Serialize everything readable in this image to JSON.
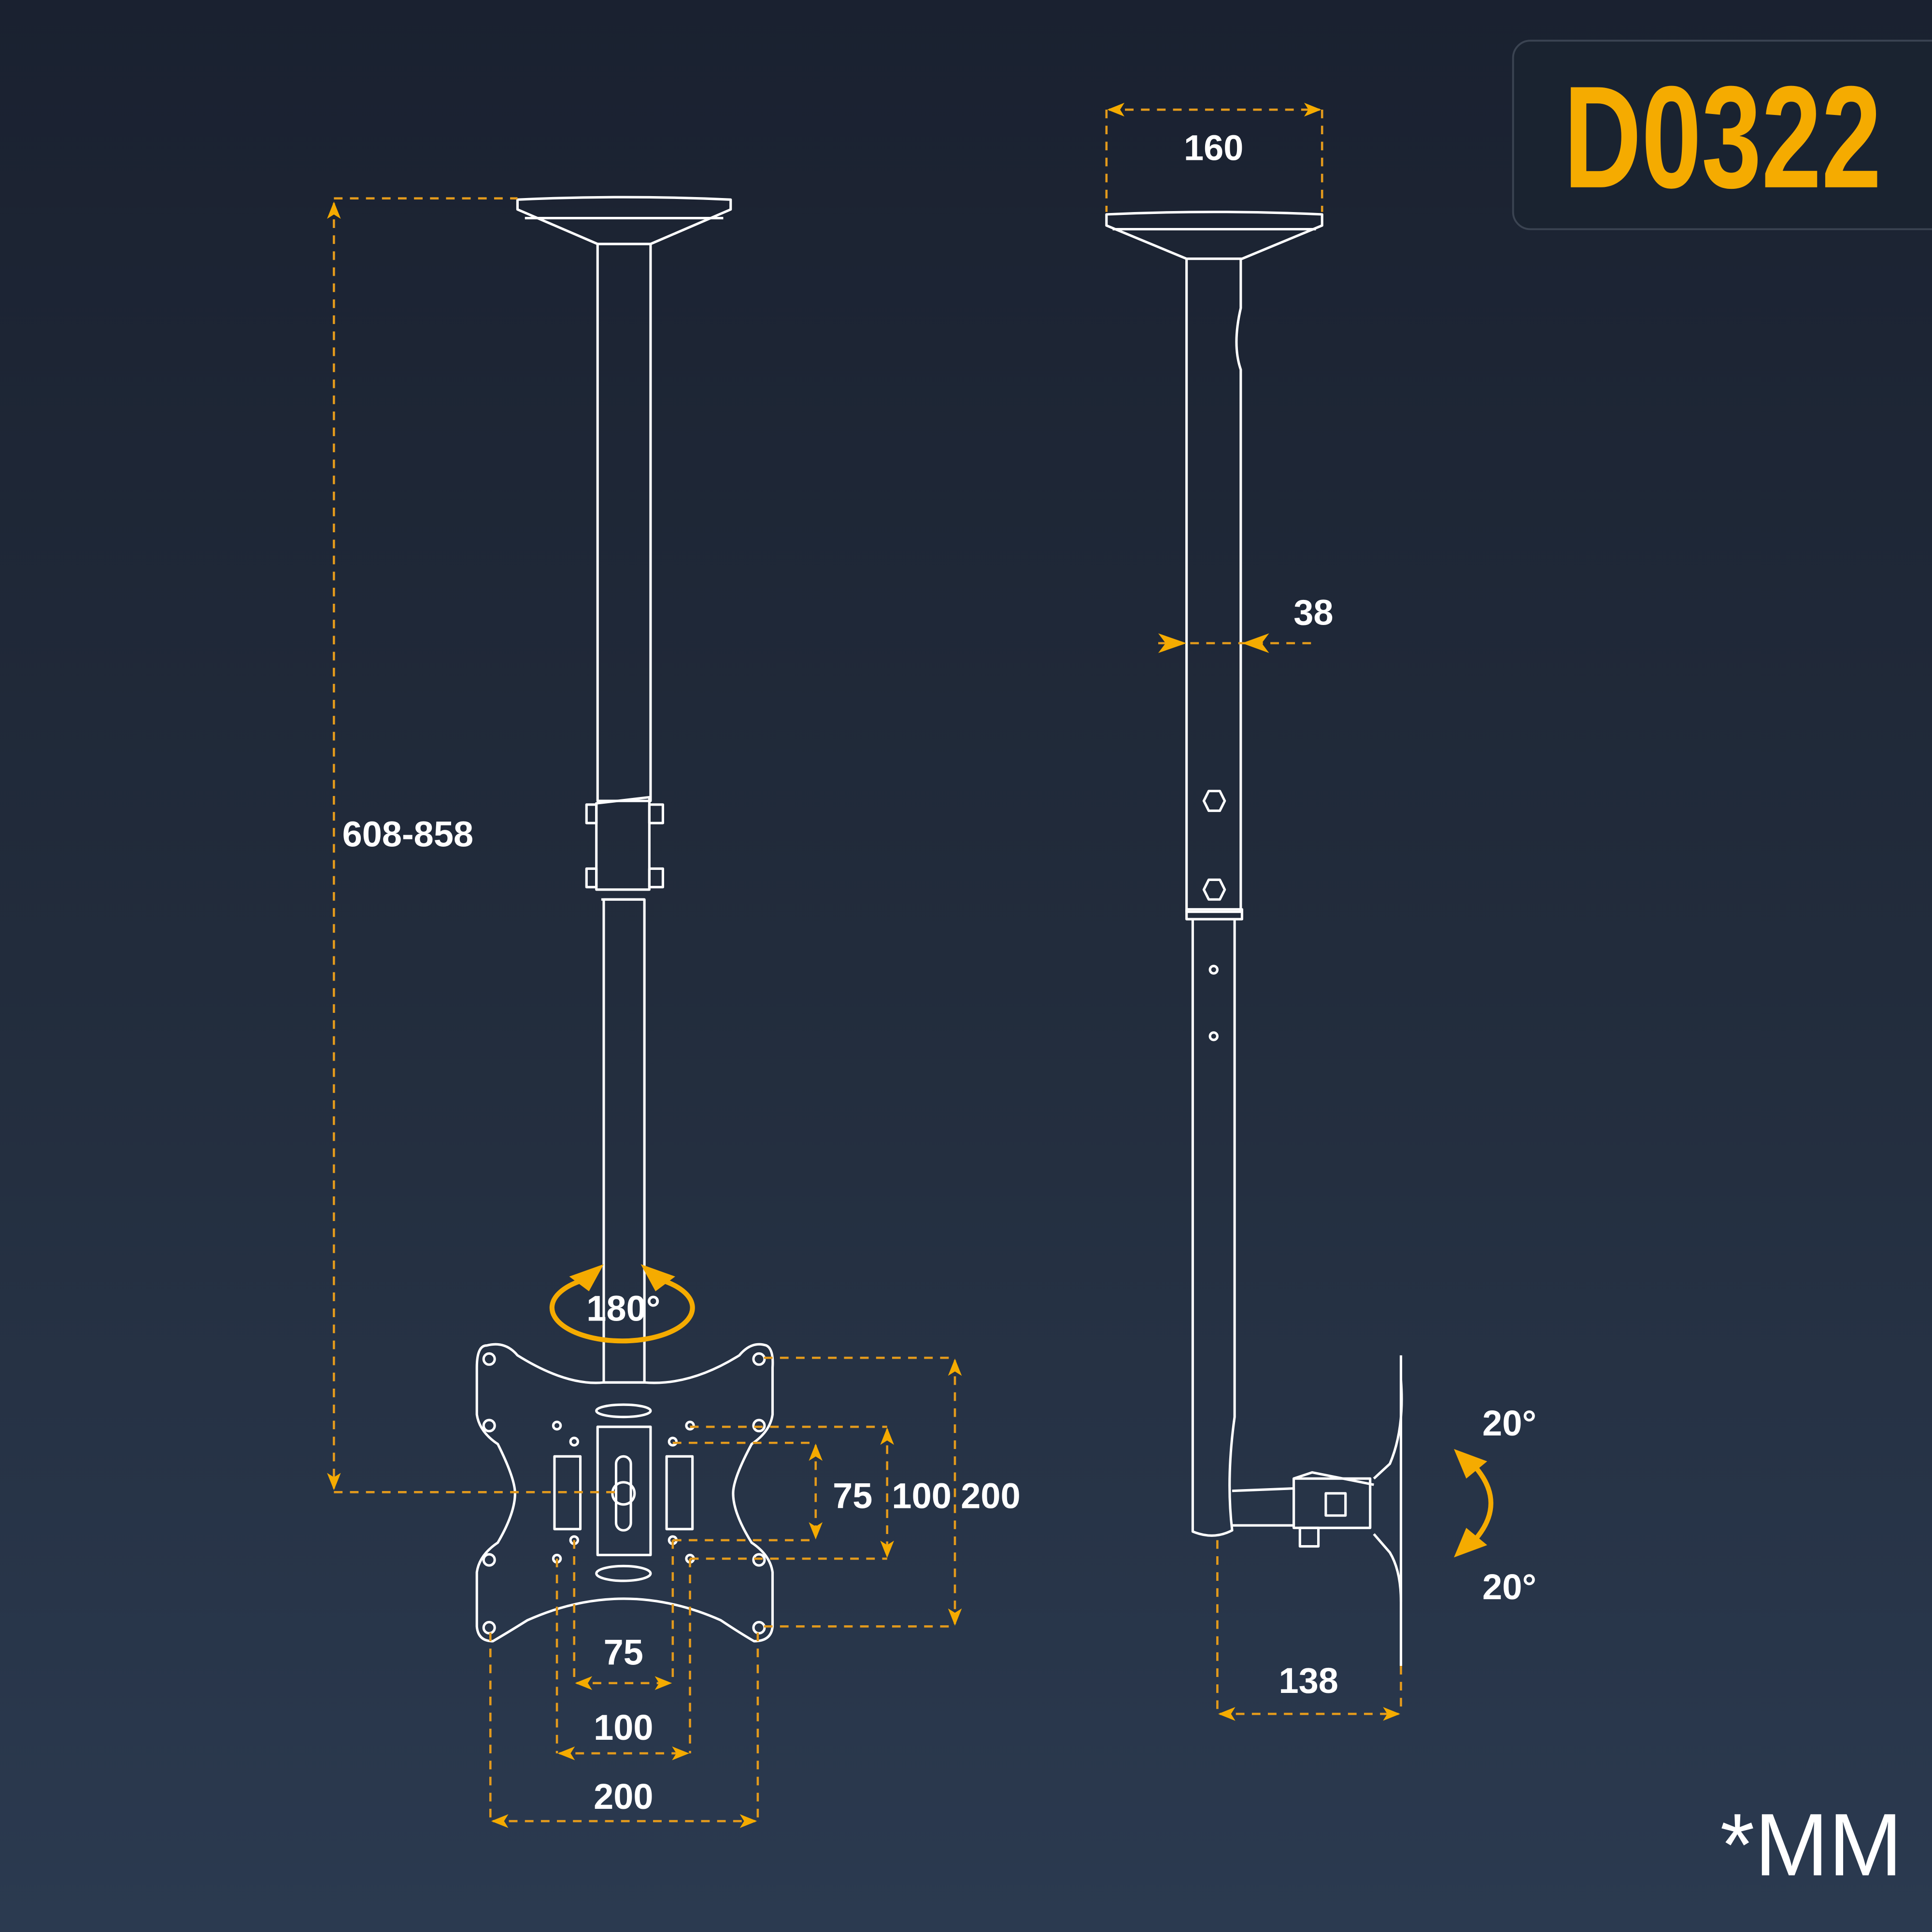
{
  "model_badge": {
    "code": "D0322",
    "accent_color": "#f5ab00"
  },
  "front_view": {
    "height_range": "608-858",
    "rotation": "180°",
    "vesa_vertical": [
      "75",
      "100",
      "200"
    ],
    "vesa_horizontal": [
      "75",
      "100",
      "200"
    ]
  },
  "side_view": {
    "ceiling_plate_width": "160",
    "tube_diameter": "38",
    "tilt_up": "20°",
    "tilt_down": "20°",
    "depth": "138"
  },
  "unit_note": "*MM"
}
